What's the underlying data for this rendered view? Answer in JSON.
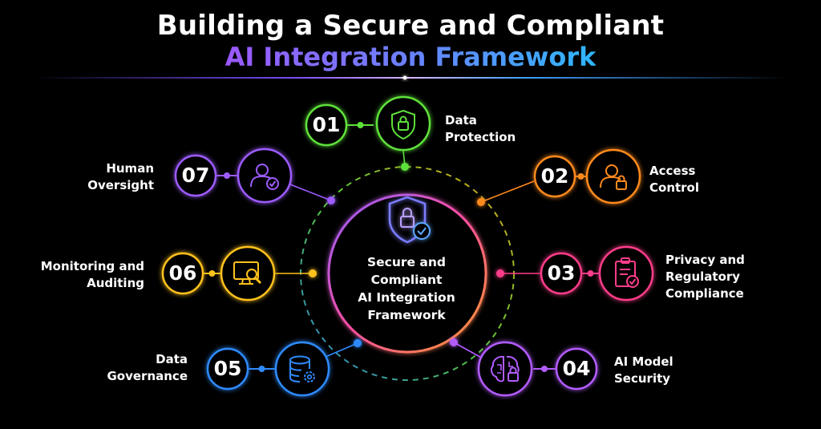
{
  "title": {
    "line1": "Building a Secure and Compliant",
    "line2": "AI Integration Framework"
  },
  "center": {
    "label": "Secure and\nCompliant\nAI Integration\nFramework",
    "icon": "shield-lock-check-icon"
  },
  "items": [
    {
      "number": "01",
      "label": "Data\nProtection",
      "icon": "shield-lock-icon",
      "color": "#5ee13a"
    },
    {
      "number": "02",
      "label": "Access\nControl",
      "icon": "user-lock-icon",
      "color": "#ff8a1c"
    },
    {
      "number": "03",
      "label": "Privacy and\nRegulatory\nCompliance",
      "icon": "clipboard-check-icon",
      "color": "#ff3d8a"
    },
    {
      "number": "04",
      "label": "AI Model\nSecurity",
      "icon": "brain-lock-icon",
      "color": "#b35cff"
    },
    {
      "number": "05",
      "label": "Data\nGovernance",
      "icon": "database-gear-icon",
      "color": "#2f8bff"
    },
    {
      "number": "06",
      "label": "Monitoring and\nAuditing",
      "icon": "monitor-search-icon",
      "color": "#ffc21c"
    },
    {
      "number": "07",
      "label": "Human\nOversight",
      "icon": "user-check-icon",
      "color": "#9d5cff"
    }
  ]
}
